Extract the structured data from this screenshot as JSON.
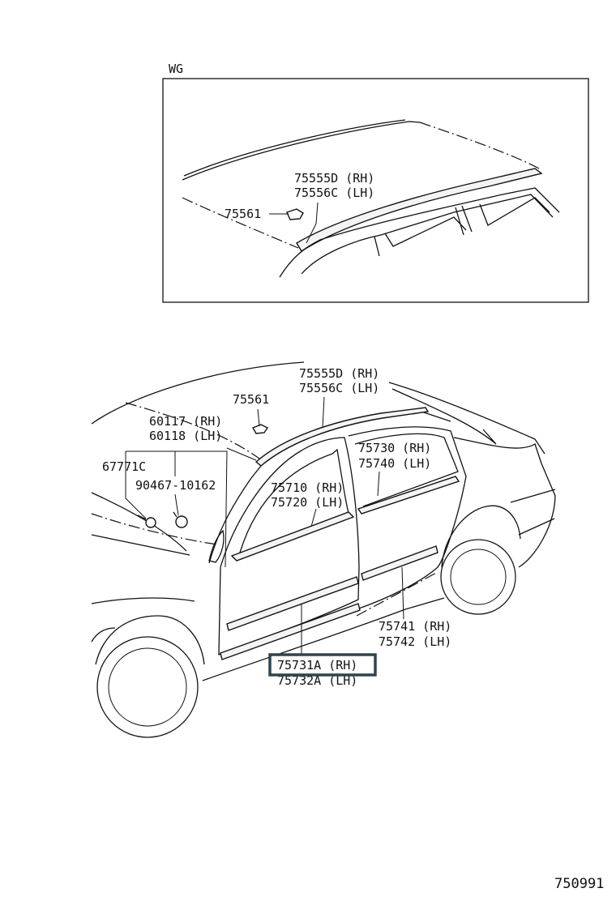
{
  "inset": {
    "label": "WG",
    "callouts": {
      "roof_rh": "75555D (RH)",
      "roof_lh": "75556C (LH)",
      "clip": "75561"
    }
  },
  "main": {
    "callouts": {
      "roof_rh": "75555D (RH)",
      "roof_lh": "75556C (LH)",
      "clip": "75561",
      "pillar_rh": "60117 (RH)",
      "pillar_lh": "60118 (LH)",
      "screw": "67771C",
      "clip_bolt": "90467-10162",
      "front_belt_rh": "75710 (RH)",
      "front_belt_lh": "75720 (LH)",
      "rear_belt_rh": "75730 (RH)",
      "rear_belt_lh": "75740 (LH)",
      "rear_side_rh": "75741 (RH)",
      "rear_side_lh": "75742 (LH)",
      "front_side_rh": "75731A (RH)",
      "front_side_lh": "75732A (LH)"
    }
  },
  "diagram_number": "750991",
  "highlight": {
    "target": "75731A (RH)",
    "color": "#2e4450"
  }
}
